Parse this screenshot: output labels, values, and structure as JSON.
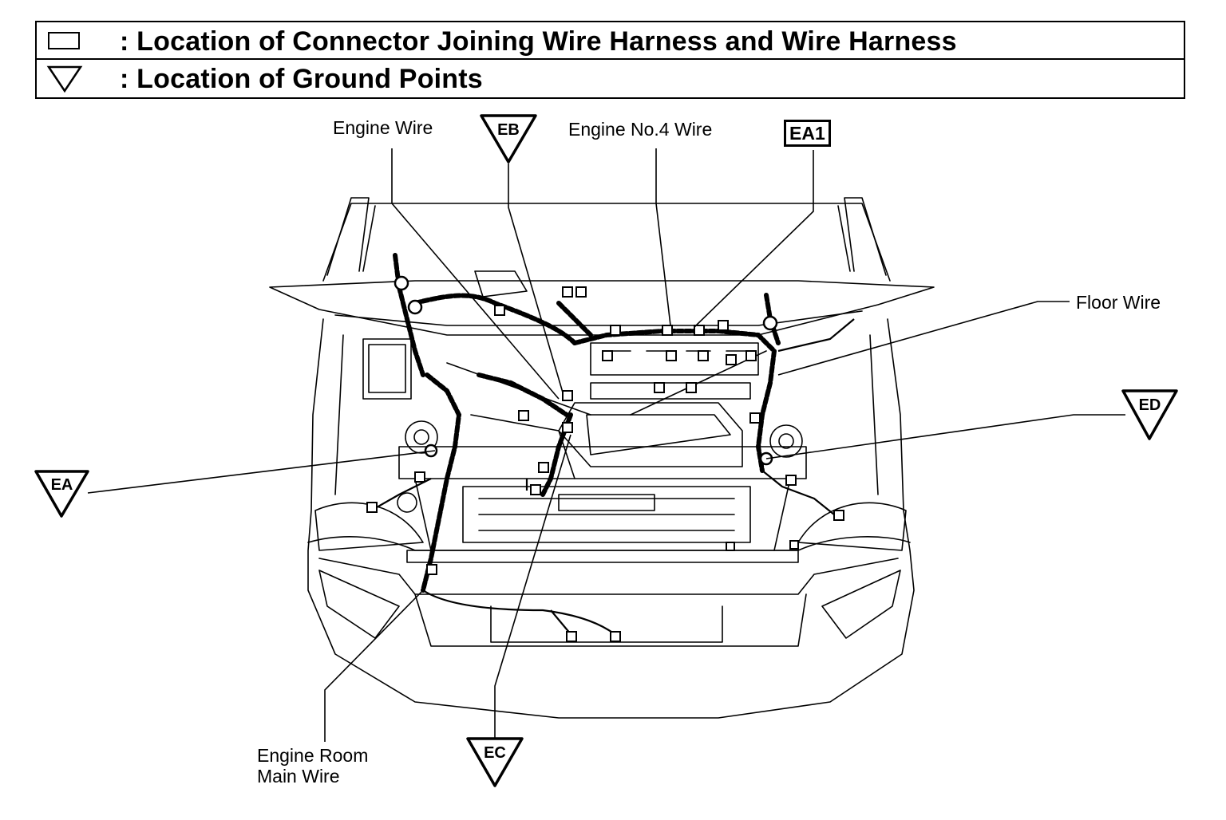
{
  "legend": {
    "connector_label": ": Location of Connector Joining Wire Harness and Wire Harness",
    "ground_label": ": Location of Ground Points"
  },
  "labels": {
    "engine_wire": "Engine Wire",
    "engine_no4_wire": "Engine No.4 Wire",
    "floor_wire": "Floor Wire",
    "engine_room_main_wire_line1": "Engine Room",
    "engine_room_main_wire_line2": "Main Wire"
  },
  "connector_points": {
    "ea1": "EA1"
  },
  "ground_points": {
    "eb": "EB",
    "ea": "EA",
    "ed": "ED",
    "ec": "EC"
  },
  "colors": {
    "line": "#000000",
    "background": "#ffffff"
  }
}
